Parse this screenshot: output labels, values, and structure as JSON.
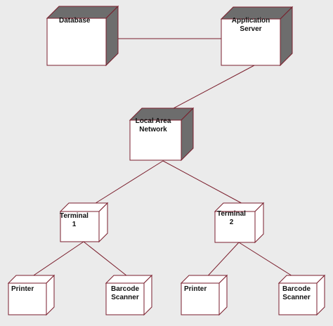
{
  "colors": {
    "background": "#ebebeb",
    "face": "#ffffff",
    "side": "#ffffff",
    "top": "#ffffff",
    "edge": "#7a1e2c",
    "shade_dark": "#6d6d6d",
    "connector": "#7a1e2c"
  },
  "nodes": [
    {
      "id": "database",
      "label": "Database",
      "shaded": true
    },
    {
      "id": "application-server",
      "label": "Application\nServer",
      "shaded": true
    },
    {
      "id": "local-area-network",
      "label": "Local Area\nNetwork",
      "shaded": true
    },
    {
      "id": "terminal-1",
      "label": "Terminal\n1",
      "shaded": false
    },
    {
      "id": "terminal-2",
      "label": "Terminal\n2",
      "shaded": false
    },
    {
      "id": "printer-1",
      "label": "Printer",
      "shaded": false
    },
    {
      "id": "barcode-scanner-1",
      "label": "Barcode\nScanner",
      "shaded": false
    },
    {
      "id": "printer-2",
      "label": "Printer",
      "shaded": false
    },
    {
      "id": "barcode-scanner-2",
      "label": "Barcode\nScanner",
      "shaded": false
    }
  ],
  "connections": [
    {
      "from": "database",
      "to": "application-server"
    },
    {
      "from": "application-server",
      "to": "local-area-network"
    },
    {
      "from": "local-area-network",
      "to": "terminal-1"
    },
    {
      "from": "local-area-network",
      "to": "terminal-2"
    },
    {
      "from": "terminal-1",
      "to": "printer-1"
    },
    {
      "from": "terminal-1",
      "to": "barcode-scanner-1"
    },
    {
      "from": "terminal-2",
      "to": "printer-2"
    },
    {
      "from": "terminal-2",
      "to": "barcode-scanner-2"
    }
  ]
}
